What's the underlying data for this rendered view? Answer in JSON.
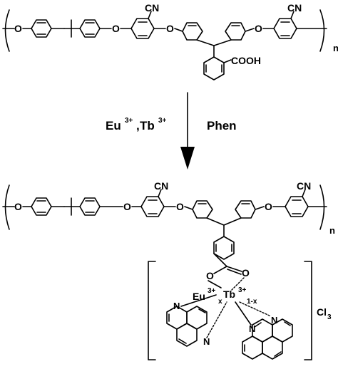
{
  "reactant": {
    "end_left": "O",
    "cn_left": "CN",
    "cn_right": "CN",
    "acid": "COOH",
    "repeat_n": "n"
  },
  "conditions": {
    "metal_left": "Eu",
    "metal_left_charge": "3+",
    "comma": ",",
    "metal_right": "Tb",
    "metal_right_charge": "3+",
    "ligand": "Phen"
  },
  "product": {
    "end_left": "O",
    "cn_left": "CN",
    "cn_right": "CN",
    "repeat_n": "n",
    "carboxylate_o1": "O",
    "carboxylate_o2": "O",
    "eu": "Eu",
    "eu_charge": "3+",
    "eu_fraction": "x",
    "tb": "Tb",
    "tb_charge": "3+",
    "tb_fraction": "1-x",
    "phen_n1": "N",
    "phen_n2": "N",
    "phen_n3": "N",
    "phen_n4": "N",
    "counterion": "Cl",
    "counterion_count": "3"
  }
}
